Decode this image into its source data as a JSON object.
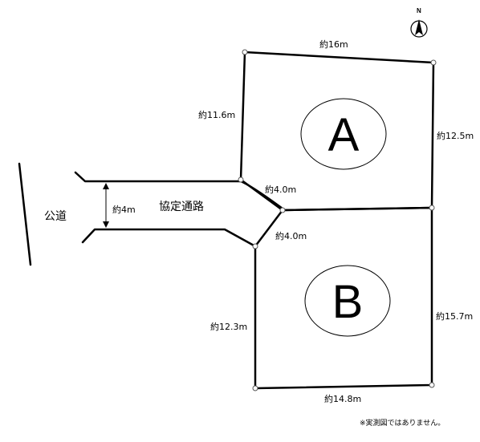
{
  "lots": {
    "a": {
      "letter": "A"
    },
    "b": {
      "letter": "B"
    }
  },
  "dimensions": {
    "a_top": "約16m",
    "a_left": "約11.6m",
    "a_right": "約12.5m",
    "a_corner": "約4.0m",
    "b_corner": "約4.0m",
    "b_left": "約12.3m",
    "b_right": "約15.7m",
    "b_bottom": "約14.8m",
    "road_width": "約4m"
  },
  "road_labels": {
    "public_road": "公道",
    "private_road": "協定通路"
  },
  "compass": {
    "label": "N"
  },
  "note": "※実測図ではありません。"
}
